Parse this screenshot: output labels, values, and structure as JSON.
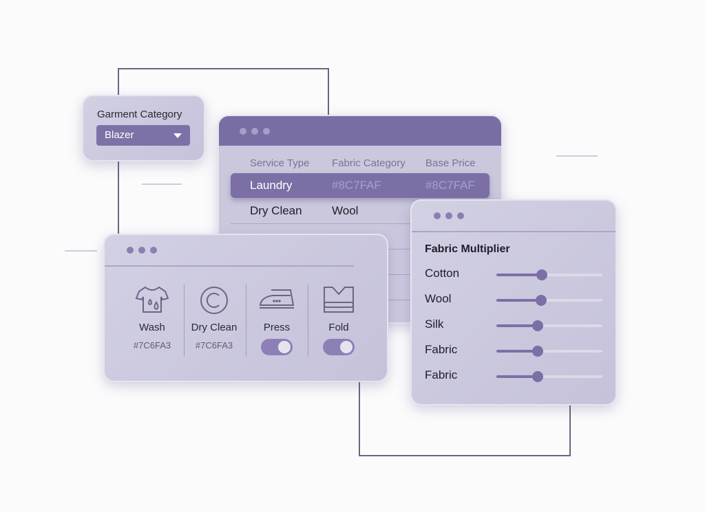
{
  "garment_category": {
    "label": "Garment Category",
    "selected": "Blazer"
  },
  "pricing_table": {
    "headers": [
      "Service Type",
      "Fabric Category",
      "Base Price"
    ],
    "rows": [
      {
        "service": "Laundry",
        "fabric": "#8C7FAF",
        "price": "#8C7FAF",
        "selected": true
      },
      {
        "service": "Dry Clean",
        "fabric": "Wool",
        "price": ""
      }
    ]
  },
  "services": [
    {
      "name": "Wash",
      "value": "#7C6FA3",
      "icon": "shirt-wash-icon"
    },
    {
      "name": "Dry Clean",
      "value": "#7C6FA3",
      "icon": "dry-clean-icon"
    },
    {
      "name": "Press",
      "toggle": true,
      "icon": "iron-icon"
    },
    {
      "name": "Fold",
      "toggle": true,
      "icon": "folded-garment-icon"
    }
  ],
  "fabric_multiplier": {
    "title": "Fabric Multiplier",
    "items": [
      {
        "name": "Cotton",
        "value": 0.43
      },
      {
        "name": "Wool",
        "value": 0.42
      },
      {
        "name": "Silk",
        "value": 0.39
      },
      {
        "name": "Fabric",
        "value": 0.39
      },
      {
        "name": "Fabric",
        "value": 0.39
      }
    ]
  },
  "colors": {
    "accent": "#7C6FA6",
    "header": "#7A6DA3"
  }
}
